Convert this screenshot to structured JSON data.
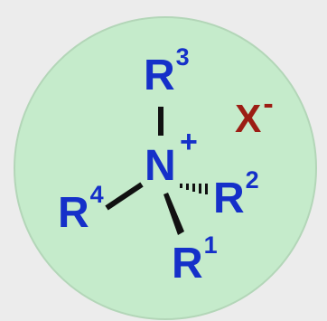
{
  "colors": {
    "background": "#ececec",
    "circle_fill": "#c5ebcb",
    "circle_stroke": "#b3d6b8",
    "atom_text": "#1530c9",
    "bond": "#111111",
    "anion_text": "#9c1d14"
  },
  "molecule": {
    "central_atom": "N",
    "central_charge": "+",
    "substituents": [
      {
        "symbol": "R",
        "index": "1",
        "bond": "wedge"
      },
      {
        "symbol": "R",
        "index": "2",
        "bond": "hashed"
      },
      {
        "symbol": "R",
        "index": "3",
        "bond": "single"
      },
      {
        "symbol": "R",
        "index": "4",
        "bond": "single"
      }
    ]
  },
  "counterion": {
    "symbol": "X",
    "charge": "-"
  }
}
